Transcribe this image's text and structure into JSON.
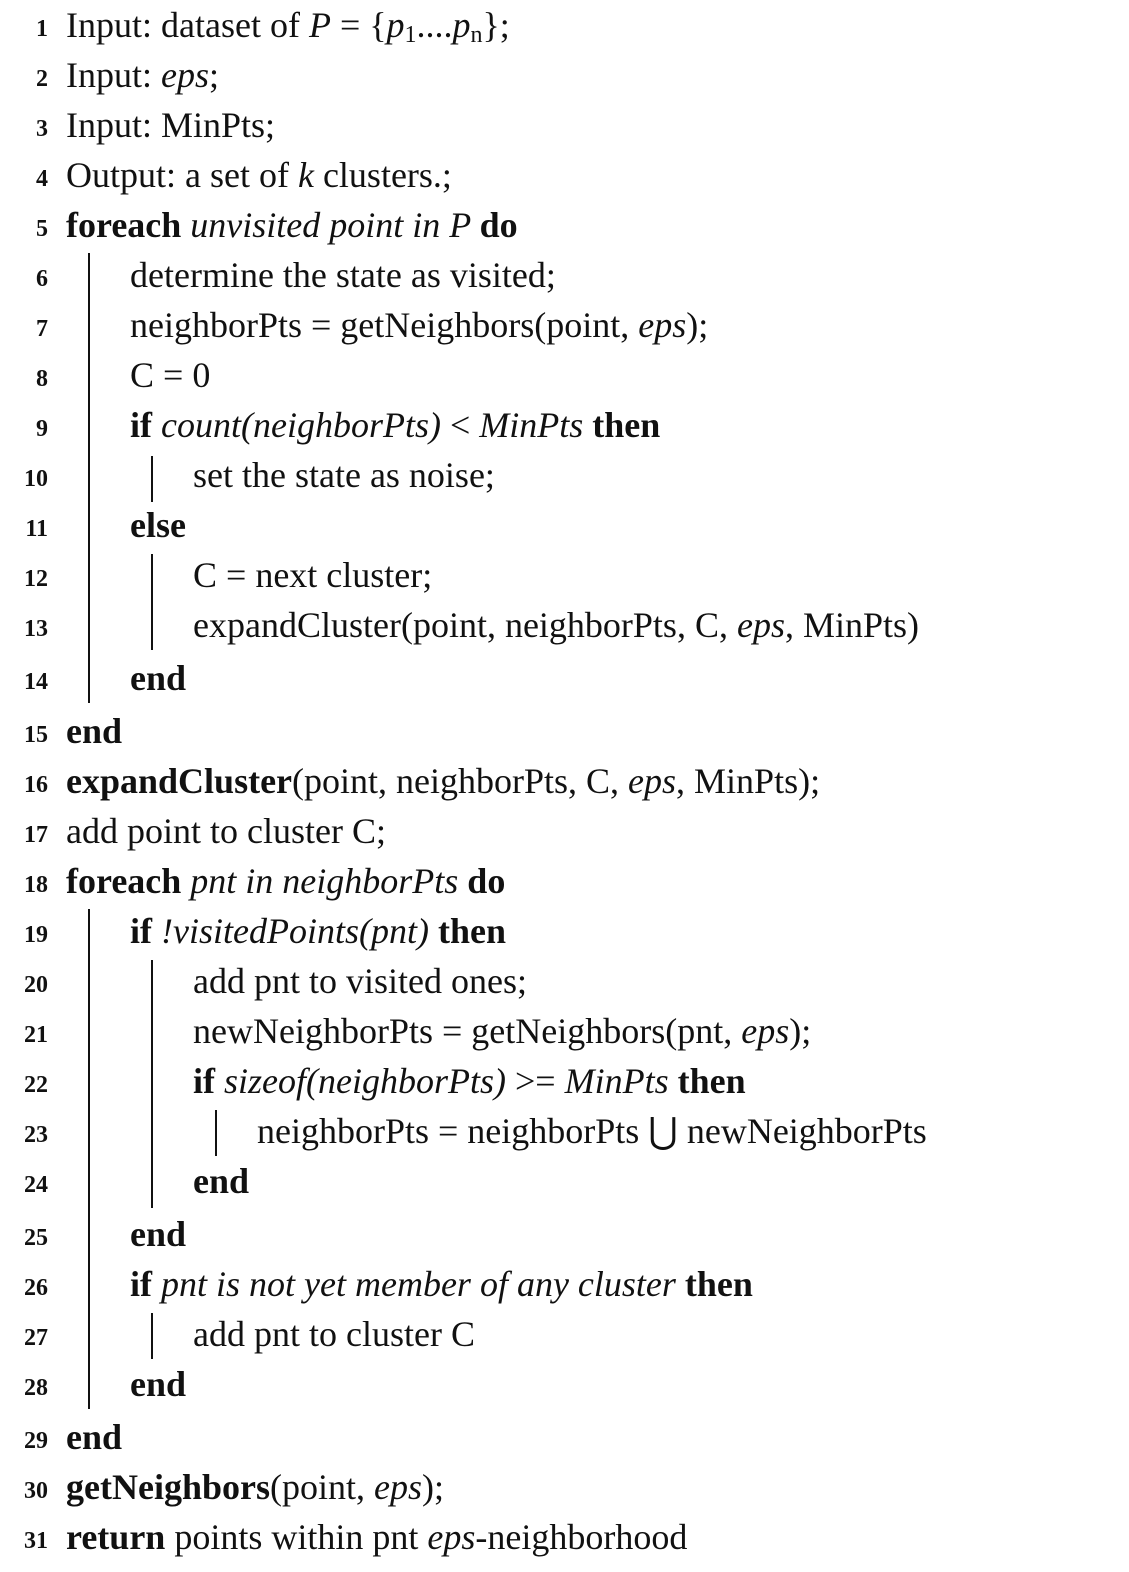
{
  "algorithm": {
    "line_numbers": [
      "1",
      "2",
      "3",
      "4",
      "5",
      "6",
      "7",
      "8",
      "9",
      "10",
      "11",
      "12",
      "13",
      "14",
      "15",
      "16",
      "17",
      "18",
      "19",
      "20",
      "21",
      "22",
      "23",
      "24",
      "25",
      "26",
      "27",
      "28",
      "29",
      "30",
      "31"
    ],
    "lines": [
      {
        "segments": [
          {
            "text": "Input: dataset of ",
            "style": "normal"
          },
          {
            "text": "P",
            "style": "italic"
          },
          {
            "text": " = {",
            "style": "normal"
          },
          {
            "text": "p",
            "style": "italic"
          },
          {
            "text": "1",
            "style": "sub"
          },
          {
            "text": "....",
            "style": "normal"
          },
          {
            "text": "p",
            "style": "italic"
          },
          {
            "text": "n",
            "style": "sub"
          },
          {
            "text": "};",
            "style": "normal"
          }
        ]
      },
      {
        "segments": [
          {
            "text": "Input: ",
            "style": "normal"
          },
          {
            "text": "eps",
            "style": "italic"
          },
          {
            "text": ";",
            "style": "normal"
          }
        ]
      },
      {
        "segments": [
          {
            "text": "Input: MinPts;",
            "style": "normal"
          }
        ]
      },
      {
        "segments": [
          {
            "text": "Output: a set of ",
            "style": "normal"
          },
          {
            "text": "k",
            "style": "italic"
          },
          {
            "text": " clusters.;",
            "style": "normal"
          }
        ]
      },
      {
        "segments": [
          {
            "text": "foreach",
            "style": "bold"
          },
          {
            "text": "  unvisited point in P ",
            "style": "italic"
          },
          {
            "text": "do",
            "style": "bold"
          }
        ]
      },
      {
        "segments": [
          {
            "text": "determine the state as visited;",
            "style": "normal"
          }
        ]
      },
      {
        "segments": [
          {
            "text": "neighborPts = getNeighbors(point, ",
            "style": "normal"
          },
          {
            "text": "eps",
            "style": "italic"
          },
          {
            "text": ");",
            "style": "normal"
          }
        ]
      },
      {
        "segments": [
          {
            "text": "C = 0",
            "style": "normal"
          }
        ]
      },
      {
        "segments": [
          {
            "text": "if",
            "style": "bold"
          },
          {
            "text": " count(neighborPts) ",
            "style": "italic"
          },
          {
            "text": "< ",
            "style": "normal"
          },
          {
            "text": "MinPts ",
            "style": "italic"
          },
          {
            "text": "then",
            "style": "bold"
          }
        ]
      },
      {
        "segments": [
          {
            "text": "set the state as noise;",
            "style": "normal"
          }
        ]
      },
      {
        "segments": [
          {
            "text": "else",
            "style": "bold"
          }
        ]
      },
      {
        "segments": [
          {
            "text": "C = next cluster;",
            "style": "normal"
          }
        ]
      },
      {
        "segments": [
          {
            "text": "expandCluster(point, neighborPts, C, ",
            "style": "normal"
          },
          {
            "text": "eps",
            "style": "italic"
          },
          {
            "text": ", MinPts)",
            "style": "normal"
          }
        ]
      },
      {
        "segments": [
          {
            "text": "end",
            "style": "bold"
          }
        ]
      },
      {
        "segments": [
          {
            "text": "end",
            "style": "bold"
          }
        ]
      },
      {
        "segments": [
          {
            "text": "expandCluster",
            "style": "bold"
          },
          {
            "text": "(point, neighborPts, C, ",
            "style": "normal"
          },
          {
            "text": "eps",
            "style": "italic"
          },
          {
            "text": ", MinPts);",
            "style": "normal"
          }
        ]
      },
      {
        "segments": [
          {
            "text": "add point to cluster C;",
            "style": "normal"
          }
        ]
      },
      {
        "segments": [
          {
            "text": "foreach",
            "style": "bold"
          },
          {
            "text": "  pnt in neighborPts ",
            "style": "italic"
          },
          {
            "text": "do",
            "style": "bold"
          }
        ]
      },
      {
        "segments": [
          {
            "text": "if",
            "style": "bold"
          },
          {
            "text": " !visitedPoints(pnt) ",
            "style": "italic"
          },
          {
            "text": "then",
            "style": "bold"
          }
        ]
      },
      {
        "segments": [
          {
            "text": "add pnt to visited ones;",
            "style": "normal"
          }
        ]
      },
      {
        "segments": [
          {
            "text": "newNeighborPts = getNeighbors(pnt, ",
            "style": "normal"
          },
          {
            "text": "eps",
            "style": "italic"
          },
          {
            "text": ");",
            "style": "normal"
          }
        ]
      },
      {
        "segments": [
          {
            "text": "if",
            "style": "bold"
          },
          {
            "text": " sizeof(neighborPts) ",
            "style": "italic"
          },
          {
            "text": ">= ",
            "style": "normal"
          },
          {
            "text": "MinPts ",
            "style": "italic"
          },
          {
            "text": "then",
            "style": "bold"
          }
        ]
      },
      {
        "segments": [
          {
            "text": "neighborPts = neighborPts ⋃ newNeighborPts",
            "style": "normal"
          }
        ]
      },
      {
        "segments": [
          {
            "text": "end",
            "style": "bold"
          }
        ]
      },
      {
        "segments": [
          {
            "text": "end",
            "style": "bold"
          }
        ]
      },
      {
        "segments": [
          {
            "text": "if",
            "style": "bold"
          },
          {
            "text": " pnt is not yet member of any cluster ",
            "style": "italic"
          },
          {
            "text": "then",
            "style": "bold"
          }
        ]
      },
      {
        "segments": [
          {
            "text": "add pnt to cluster C",
            "style": "normal"
          }
        ]
      },
      {
        "segments": [
          {
            "text": "end",
            "style": "bold"
          }
        ]
      },
      {
        "segments": [
          {
            "text": "end",
            "style": "bold"
          }
        ]
      },
      {
        "segments": [
          {
            "text": "getNeighbors",
            "style": "bold"
          },
          {
            "text": "(point, ",
            "style": "normal"
          },
          {
            "text": "eps",
            "style": "italic"
          },
          {
            "text": ");",
            "style": "normal"
          }
        ]
      },
      {
        "segments": [
          {
            "text": "return",
            "style": "bold"
          },
          {
            "text": " points within pnt ",
            "style": "normal"
          },
          {
            "text": "eps",
            "style": "italic"
          },
          {
            "text": "-neighborhood",
            "style": "normal"
          }
        ]
      }
    ]
  }
}
